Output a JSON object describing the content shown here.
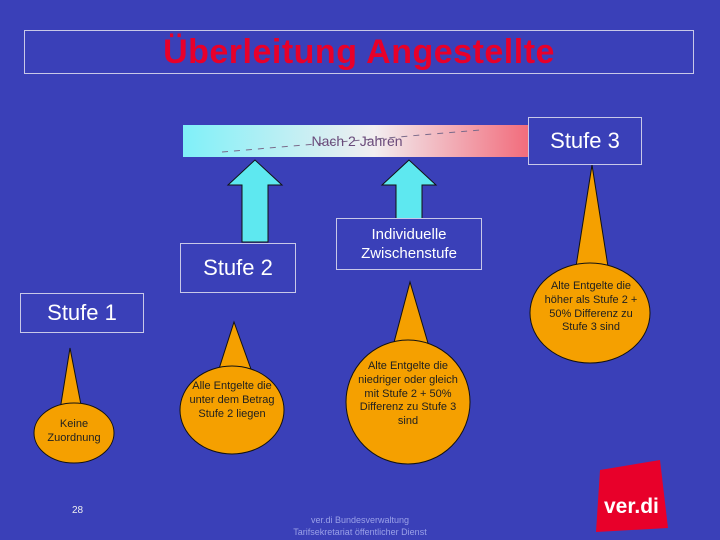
{
  "title": "Überleitung Angestellte",
  "arrow_label": "Nach 2 Jahren",
  "boxes": {
    "stufe3": "Stufe 3",
    "stufe2": "Stufe 2",
    "stufe1": "Stufe 1",
    "zwischen": "Individuelle Zwischenstufe"
  },
  "callouts": {
    "keine": "Keine Zuordnung",
    "unter": "Alle Entgelte die unter dem Betrag Stufe 2 liegen",
    "niedriger": "Alte Entgelte die niedriger oder gleich mit Stufe 2 + 50% Differenz zu Stufe 3 sind",
    "hoeher": "Alte Entgelte die höher als Stufe 2 + 50% Differenz zu Stufe 3 sind"
  },
  "page_number": "28",
  "footer": {
    "line1": "ver.di Bundesverwaltung",
    "line2": "Tarifsekretariat öffentlicher Dienst"
  },
  "logo": "ver.di",
  "colors": {
    "background": "#3a40b8",
    "title": "#e8002a",
    "callout": "#f5a000",
    "arrow": "#5ee8f0",
    "logo": "#e8002a"
  }
}
